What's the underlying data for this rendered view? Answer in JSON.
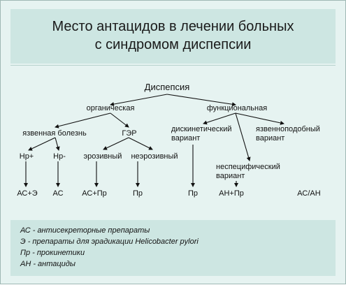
{
  "title": {
    "line1": "Место антацидов в лечении больных",
    "line2": "с синдромом диспепсии"
  },
  "diagram": {
    "root": "Диспепсия",
    "organic": "органическая",
    "functional": "функциональная",
    "ulcer": "язвенная болезнь",
    "gerd": "ГЭР",
    "dyskinetic_1": "дискинетический",
    "dyskinetic_2": "вариант",
    "ulcerlike_1": "язвенноподобный",
    "ulcerlike_2": "вариант",
    "hp_pos": "Нр+",
    "hp_neg": "Нр-",
    "erosive": "эрозивный",
    "nonerosive": "неэрозивный",
    "nonspecific_1": "неспецифический",
    "nonspecific_2": "вариант",
    "t_ac_e": "АС+Э",
    "t_ac": "АС",
    "t_ac_pr": "АС+Пр",
    "t_pr_1": "Пр",
    "t_pr_2": "Пр",
    "t_an_pr": "АН+Пр",
    "t_ac_an": "АС/АН"
  },
  "legend": [
    "АС - антисекреторные препараты",
    "Э   - препараты для эрадикации Helicobacter pylori",
    "Пр - прокинетики",
    "АН - антациды"
  ],
  "colors": {
    "background": "#e6f3f1",
    "box": "#cde6e2",
    "line": "#111111"
  }
}
